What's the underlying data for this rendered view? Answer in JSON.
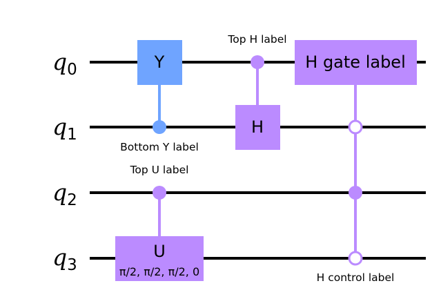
{
  "colors": {
    "wire": "#000000",
    "y_gate": "#6fa4ff",
    "purple_gate": "#bb8bff",
    "background": "#ffffff"
  },
  "qubits": [
    {
      "name": "q",
      "index": "0"
    },
    {
      "name": "q",
      "index": "1"
    },
    {
      "name": "q",
      "index": "2"
    },
    {
      "name": "q",
      "index": "3"
    }
  ],
  "gates": {
    "cy": {
      "label": "Y",
      "annotation": "Bottom Y label",
      "control_qubit": 1,
      "target_qubit": 0,
      "control_style": "filled"
    },
    "ch": {
      "label": "H",
      "annotation": "Top H label",
      "control_qubit": 0,
      "target_qubit": 1,
      "control_style": "filled"
    },
    "cu": {
      "label": "U",
      "params": "π/2, π/2, π/2, 0",
      "annotation": "Top U label",
      "control_qubit": 2,
      "target_qubit": 3,
      "control_style": "filled"
    },
    "mch": {
      "label": "H gate label",
      "annotation": "H control label",
      "target_qubit": 0,
      "controls": [
        {
          "qubit": 1,
          "style": "open"
        },
        {
          "qubit": 2,
          "style": "filled"
        },
        {
          "qubit": 3,
          "style": "open"
        }
      ]
    }
  }
}
